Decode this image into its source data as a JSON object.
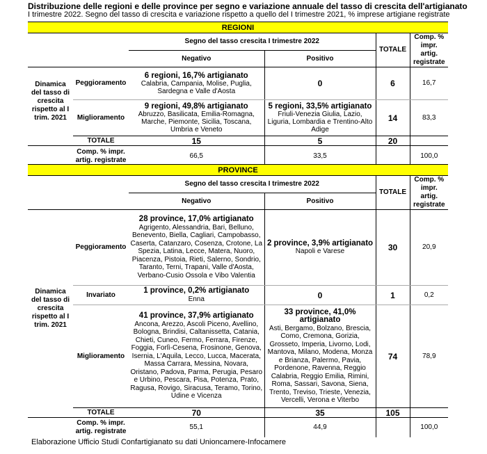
{
  "title": "Distribuzione delle regioni e delle province per segno e variazione annuale del tasso di crescita dell'artigianato",
  "subtitle": "I trimestre 2022. Segno del tasso di crescita e variazione rispetto a quello del I trimestre 2021, % imprese artigiane registrate",
  "footer": "Elaborazione Ufficio Studi Confartigianato su dati Unioncamere-Infocamere",
  "regioni": {
    "band": "REGIONI",
    "segno_header": "Segno del tasso crescita I trimestre 2022",
    "negativo": "Negativo",
    "positivo": "Positivo",
    "totale_header": "TOTALE",
    "comp_header": "Comp. % impr. artig. registrate",
    "dinamica": "Dinamica del tasso di crescita rispetto al I trim. 2021",
    "peggioramento": "Peggioramento",
    "miglioramento": "Miglioramento",
    "pegg_neg_head": "6 regioni, 16,7% artigianato",
    "pegg_neg_list": "Calabria, Campania, Molise, Puglia, Sardegna e Valle d'Aosta",
    "pegg_pos": "0",
    "pegg_tot": "6",
    "pegg_comp": "16,7",
    "migl_neg_head": "9 regioni, 49,8% artigianato",
    "migl_neg_list": "Abruzzo, Basilicata, Emilia-Romagna, Marche, Piemonte, Sicilia, Toscana, Umbria e Veneto",
    "migl_pos_head": "5 regioni, 33,5% artigianato",
    "migl_pos_list": "Friuli-Venezia Giulia, Lazio, Liguria, Lombardia e Trentino-Alto Adige",
    "migl_tot": "14",
    "migl_comp": "83,3",
    "totale_label": "TOTALE",
    "tot_neg": "15",
    "tot_pos": "5",
    "tot_tot": "20",
    "comp_row_label": "Comp. % impr. artig. registrate",
    "comp_neg": "66,5",
    "comp_pos": "33,5",
    "comp_tot": "100,0"
  },
  "province": {
    "band": "PROVINCE",
    "segno_header": "Segno del tasso crescita I trimestre 2022",
    "negativo": "Negativo",
    "positivo": "Positivo",
    "totale_header": "TOTALE",
    "comp_header": "Comp. % impr. artig. registrate",
    "dinamica": "Dinamica del tasso di crescita rispetto al I trim. 2021",
    "peggioramento": "Peggioramento",
    "invariato": "Invariato",
    "miglioramento": "Miglioramento",
    "pegg_neg_head": "28 province, 17,0% artigianato",
    "pegg_neg_list": "Agrigento, Alessandria, Bari, Belluno, Benevento, Biella, Cagliari, Campobasso, Caserta, Catanzaro, Cosenza, Crotone, La Spezia, Latina, Lecce, Matera, Nuoro, Piacenza, Pistoia, Rieti, Salerno, Sondrio, Taranto, Terni, Trapani, Valle d'Aosta, Verbano-Cusio Ossola e Vibo Valentia",
    "pegg_pos_head": "2 province, 3,9% artigianato",
    "pegg_pos_list": "Napoli e Varese",
    "pegg_tot": "30",
    "pegg_comp": "20,9",
    "inv_neg_head": "1 province, 0,2% artigianato",
    "inv_neg_list": "Enna",
    "inv_pos": "0",
    "inv_tot": "1",
    "inv_comp": "0,2",
    "migl_neg_head": "41 province, 37,9% artigianato",
    "migl_neg_list": "Ancona, Arezzo, Ascoli Piceno, Avellino, Bologna, Brindisi, Caltanissetta, Catania, Chieti, Cuneo, Fermo, Ferrara, Firenze, Foggia, Forlì-Cesena, Frosinone, Genova, Isernia, L'Aquila, Lecco, Lucca, Macerata, Massa Carrara, Messina, Novara, Oristano, Padova, Parma, Perugia, Pesaro e Urbino, Pescara, Pisa, Potenza, Prato, Ragusa, Rovigo, Siracusa, Teramo, Torino, Udine e Vicenza",
    "migl_pos_head": "33 province, 41,0% artigianato",
    "migl_pos_list": "Asti, Bergamo, Bolzano, Brescia, Como, Cremona, Gorizia, Grosseto, Imperia, Livorno, Lodi, Mantova, Milano, Modena, Monza e Brianza, Palermo, Pavia, Pordenone, Ravenna, Reggio Calabria, Reggio Emilia, Rimini, Roma, Sassari, Savona, Siena, Trento, Treviso, Trieste, Venezia, Vercelli, Verona e Viterbo",
    "migl_tot": "74",
    "migl_comp": "78,9",
    "totale_label": "TOTALE",
    "tot_neg": "70",
    "tot_pos": "35",
    "tot_tot": "105",
    "comp_row_label": "Comp. % impr. artig. registrate",
    "comp_neg": "55,1",
    "comp_pos": "44,9",
    "comp_tot": "100,0"
  }
}
